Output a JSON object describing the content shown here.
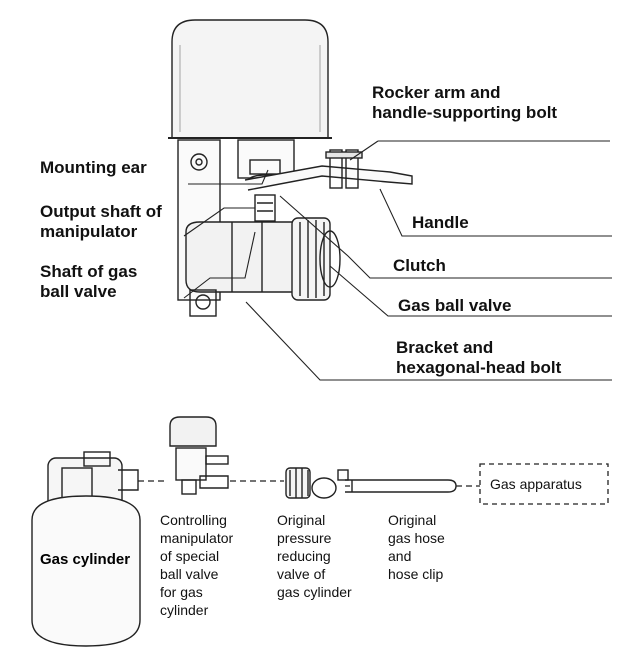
{
  "top_labels": {
    "rocker_arm_line1": "Rocker arm and",
    "rocker_arm_line2": "handle-supporting bolt",
    "mounting_ear": "Mounting ear",
    "output_shaft_line1": "Output shaft of",
    "output_shaft_line2": "manipulator",
    "handle": "Handle",
    "shaft_line1": "Shaft of gas",
    "shaft_line2": "ball valve",
    "clutch": "Clutch",
    "gas_ball_valve": "Gas ball valve",
    "bracket_line1": "Bracket and",
    "bracket_line2": "hexagonal-head bolt"
  },
  "bottom_labels": {
    "gas_apparatus": "Gas apparatus",
    "gas_cylinder": "Gas cylinder",
    "manipulator": [
      "Controlling",
      "manipulator",
      "of special",
      "ball valve",
      "for  gas",
      "cylinder"
    ],
    "regulator": [
      "Original",
      "pressure",
      "reducing",
      "valve of",
      "gas cylinder"
    ],
    "hose": [
      "Original",
      "gas  hose",
      "and",
      "hose clip"
    ]
  }
}
